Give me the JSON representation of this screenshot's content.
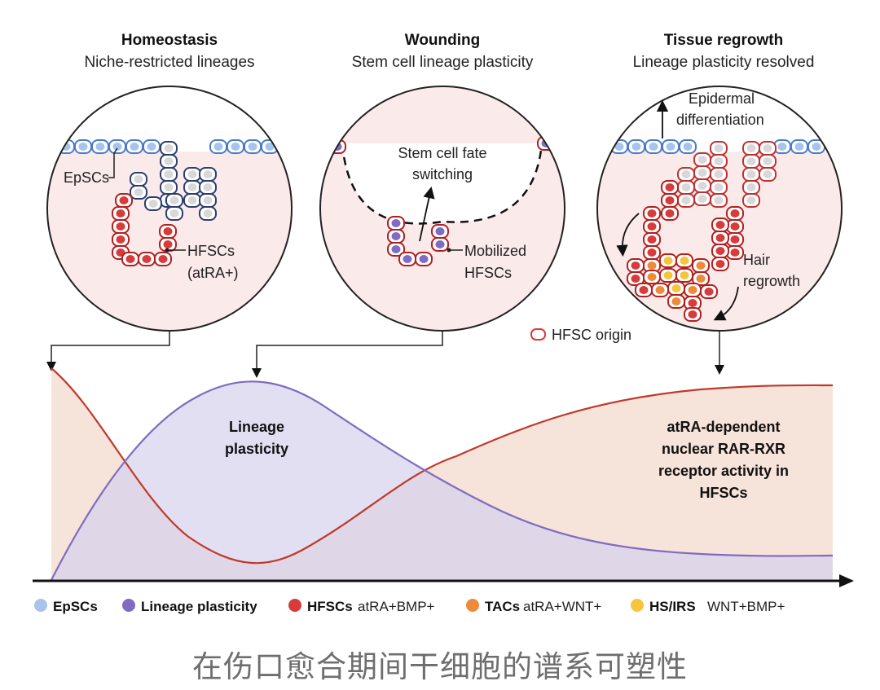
{
  "panels": [
    {
      "title": "Homeostasis",
      "subtitle": "Niche-restricted lineages"
    },
    {
      "title": "Wounding",
      "subtitle": "Stem cell lineage plasticity"
    },
    {
      "title": "Tissue regrowth",
      "subtitle": "Lineage plasticity resolved"
    }
  ],
  "labels": {
    "epscs": "EpSCs",
    "hfscs_line1": "HFSCs",
    "hfscs_line2": "(atRA+)",
    "fate_line1": "Stem cell fate",
    "fate_line2": "switching",
    "mobilized_line1": "Mobilized",
    "mobilized_line2": "HFSCs",
    "epidermal_line1": "Epidermal",
    "epidermal_line2": "differentiation",
    "hair_line1": "Hair",
    "hair_line2": "regrowth",
    "hfsc_origin": "HFSC origin"
  },
  "curve_labels": {
    "plasticity_line1": "Lineage",
    "plasticity_line2": "plasticity",
    "rar_line1": "atRA-dependent",
    "rar_line2": "nuclear RAR-RXR",
    "rar_line3": "receptor activity in",
    "rar_line4": "HFSCs"
  },
  "legend": [
    {
      "bold": "EpSCs",
      "normal": "",
      "color": "#a8c4ec"
    },
    {
      "bold": "Lineage plasticity",
      "normal": "",
      "color": "#7f6cc0"
    },
    {
      "bold": "HFSCs",
      "normal": "atRA+BMP+",
      "color": "#d83b3b"
    },
    {
      "bold": "TACs",
      "normal": "atRA+WNT+",
      "color": "#ee8a3a"
    },
    {
      "bold": "HS/IRS",
      "normal": "WNT+BMP+",
      "color": "#f5c53a"
    }
  ],
  "colors": {
    "epsc": "#a8c4ec",
    "plasticity": "#7f6cc0",
    "hfsc": "#d83b3b",
    "tac": "#ee8a3a",
    "hsirs": "#f5c53a",
    "tissue_bg": "#fbeaea"
  },
  "caption": "在伤口愈合期间干细胞的谱系可塑性"
}
